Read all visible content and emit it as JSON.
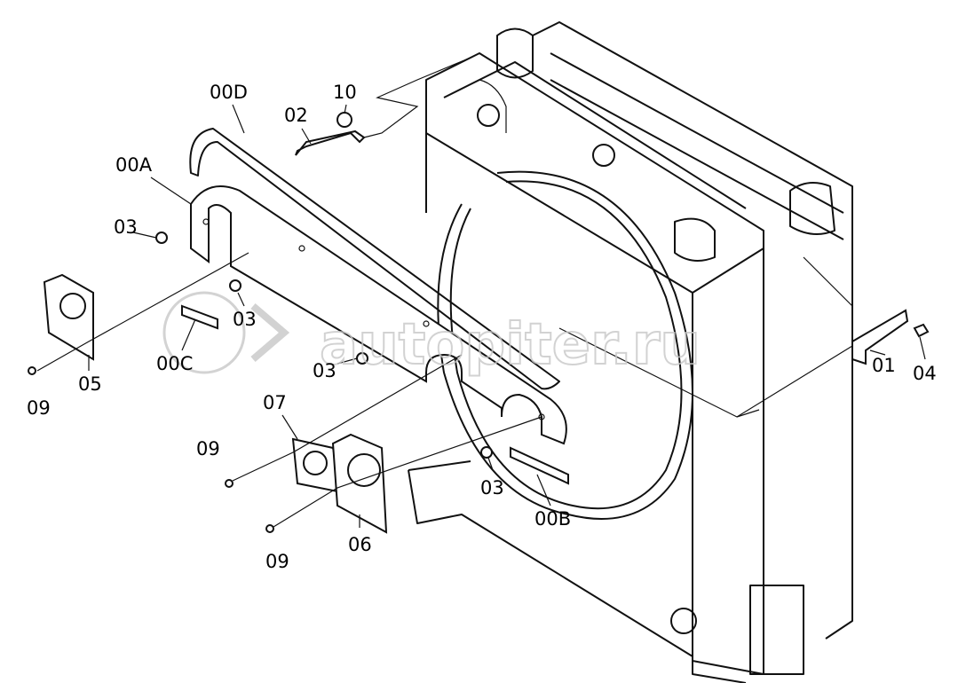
{
  "diagram": {
    "title": "Radiator shroud assembly exploded view",
    "labels": [
      {
        "id": "00D",
        "text": "00D"
      },
      {
        "id": "10",
        "text": "10"
      },
      {
        "id": "02",
        "text": "02"
      },
      {
        "id": "00A",
        "text": "00A"
      },
      {
        "id": "03a",
        "text": "03"
      },
      {
        "id": "03b",
        "text": "03"
      },
      {
        "id": "00C",
        "text": "00C"
      },
      {
        "id": "05",
        "text": "05"
      },
      {
        "id": "09a",
        "text": "09"
      },
      {
        "id": "03c",
        "text": "03"
      },
      {
        "id": "07",
        "text": "07"
      },
      {
        "id": "09b",
        "text": "09"
      },
      {
        "id": "03d",
        "text": "03"
      },
      {
        "id": "00B",
        "text": "00B"
      },
      {
        "id": "06",
        "text": "06"
      },
      {
        "id": "09c",
        "text": "09"
      },
      {
        "id": "01",
        "text": "01"
      },
      {
        "id": "04",
        "text": "04"
      }
    ],
    "watermark": "autopiter.ru"
  }
}
